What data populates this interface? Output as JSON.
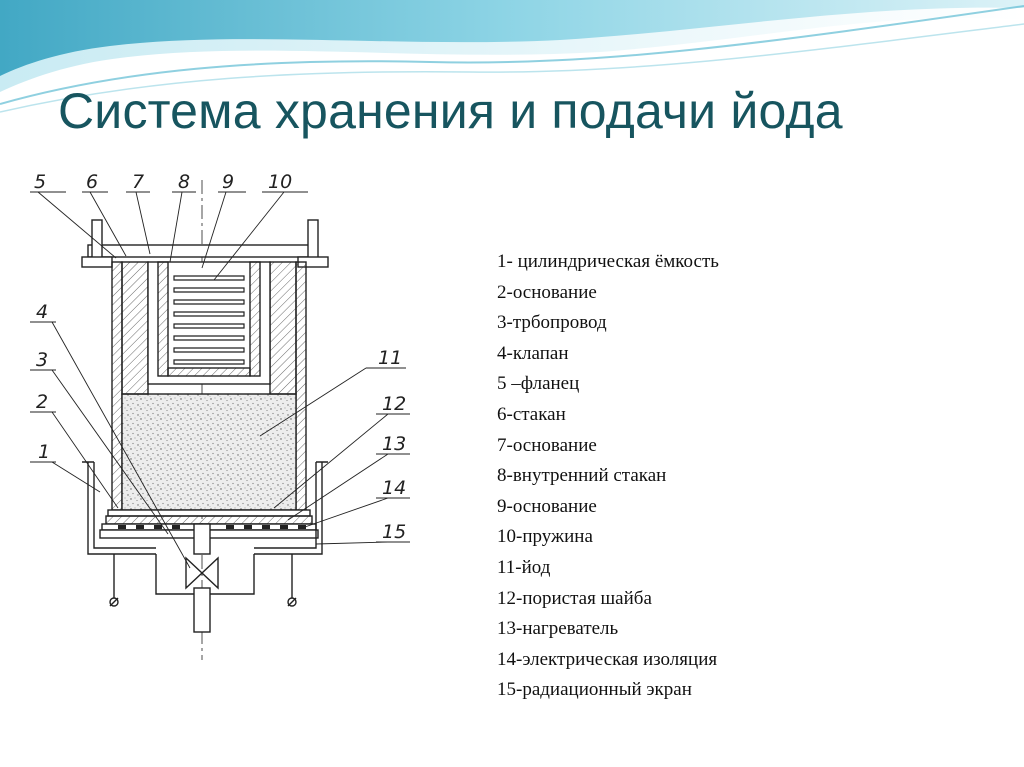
{
  "slide": {
    "title": "Система хранения и подачи йода",
    "colors": {
      "title": "#17555f",
      "wave_dark": "#3aa9c4",
      "wave_light": "#bfe6ef"
    }
  },
  "diagram": {
    "callouts": [
      "1",
      "2",
      "3",
      "4",
      "5",
      "6",
      "7",
      "8",
      "9",
      "10",
      "11",
      "12",
      "13",
      "14",
      "15"
    ]
  },
  "legend": {
    "items": [
      "1- цилиндрическая ёмкость",
      "2-основание",
      "3-трбопровод",
      "4-клапан",
      "5 –фланец",
      "6-стакан",
      "7-основание",
      "8-внутренний стакан",
      "9-основание",
      "10-пружина",
      "11-йод",
      "12-пористая шайба",
      "13-нагреватель",
      "14-электрическая изоляция",
      "15-радиационный экран"
    ]
  }
}
